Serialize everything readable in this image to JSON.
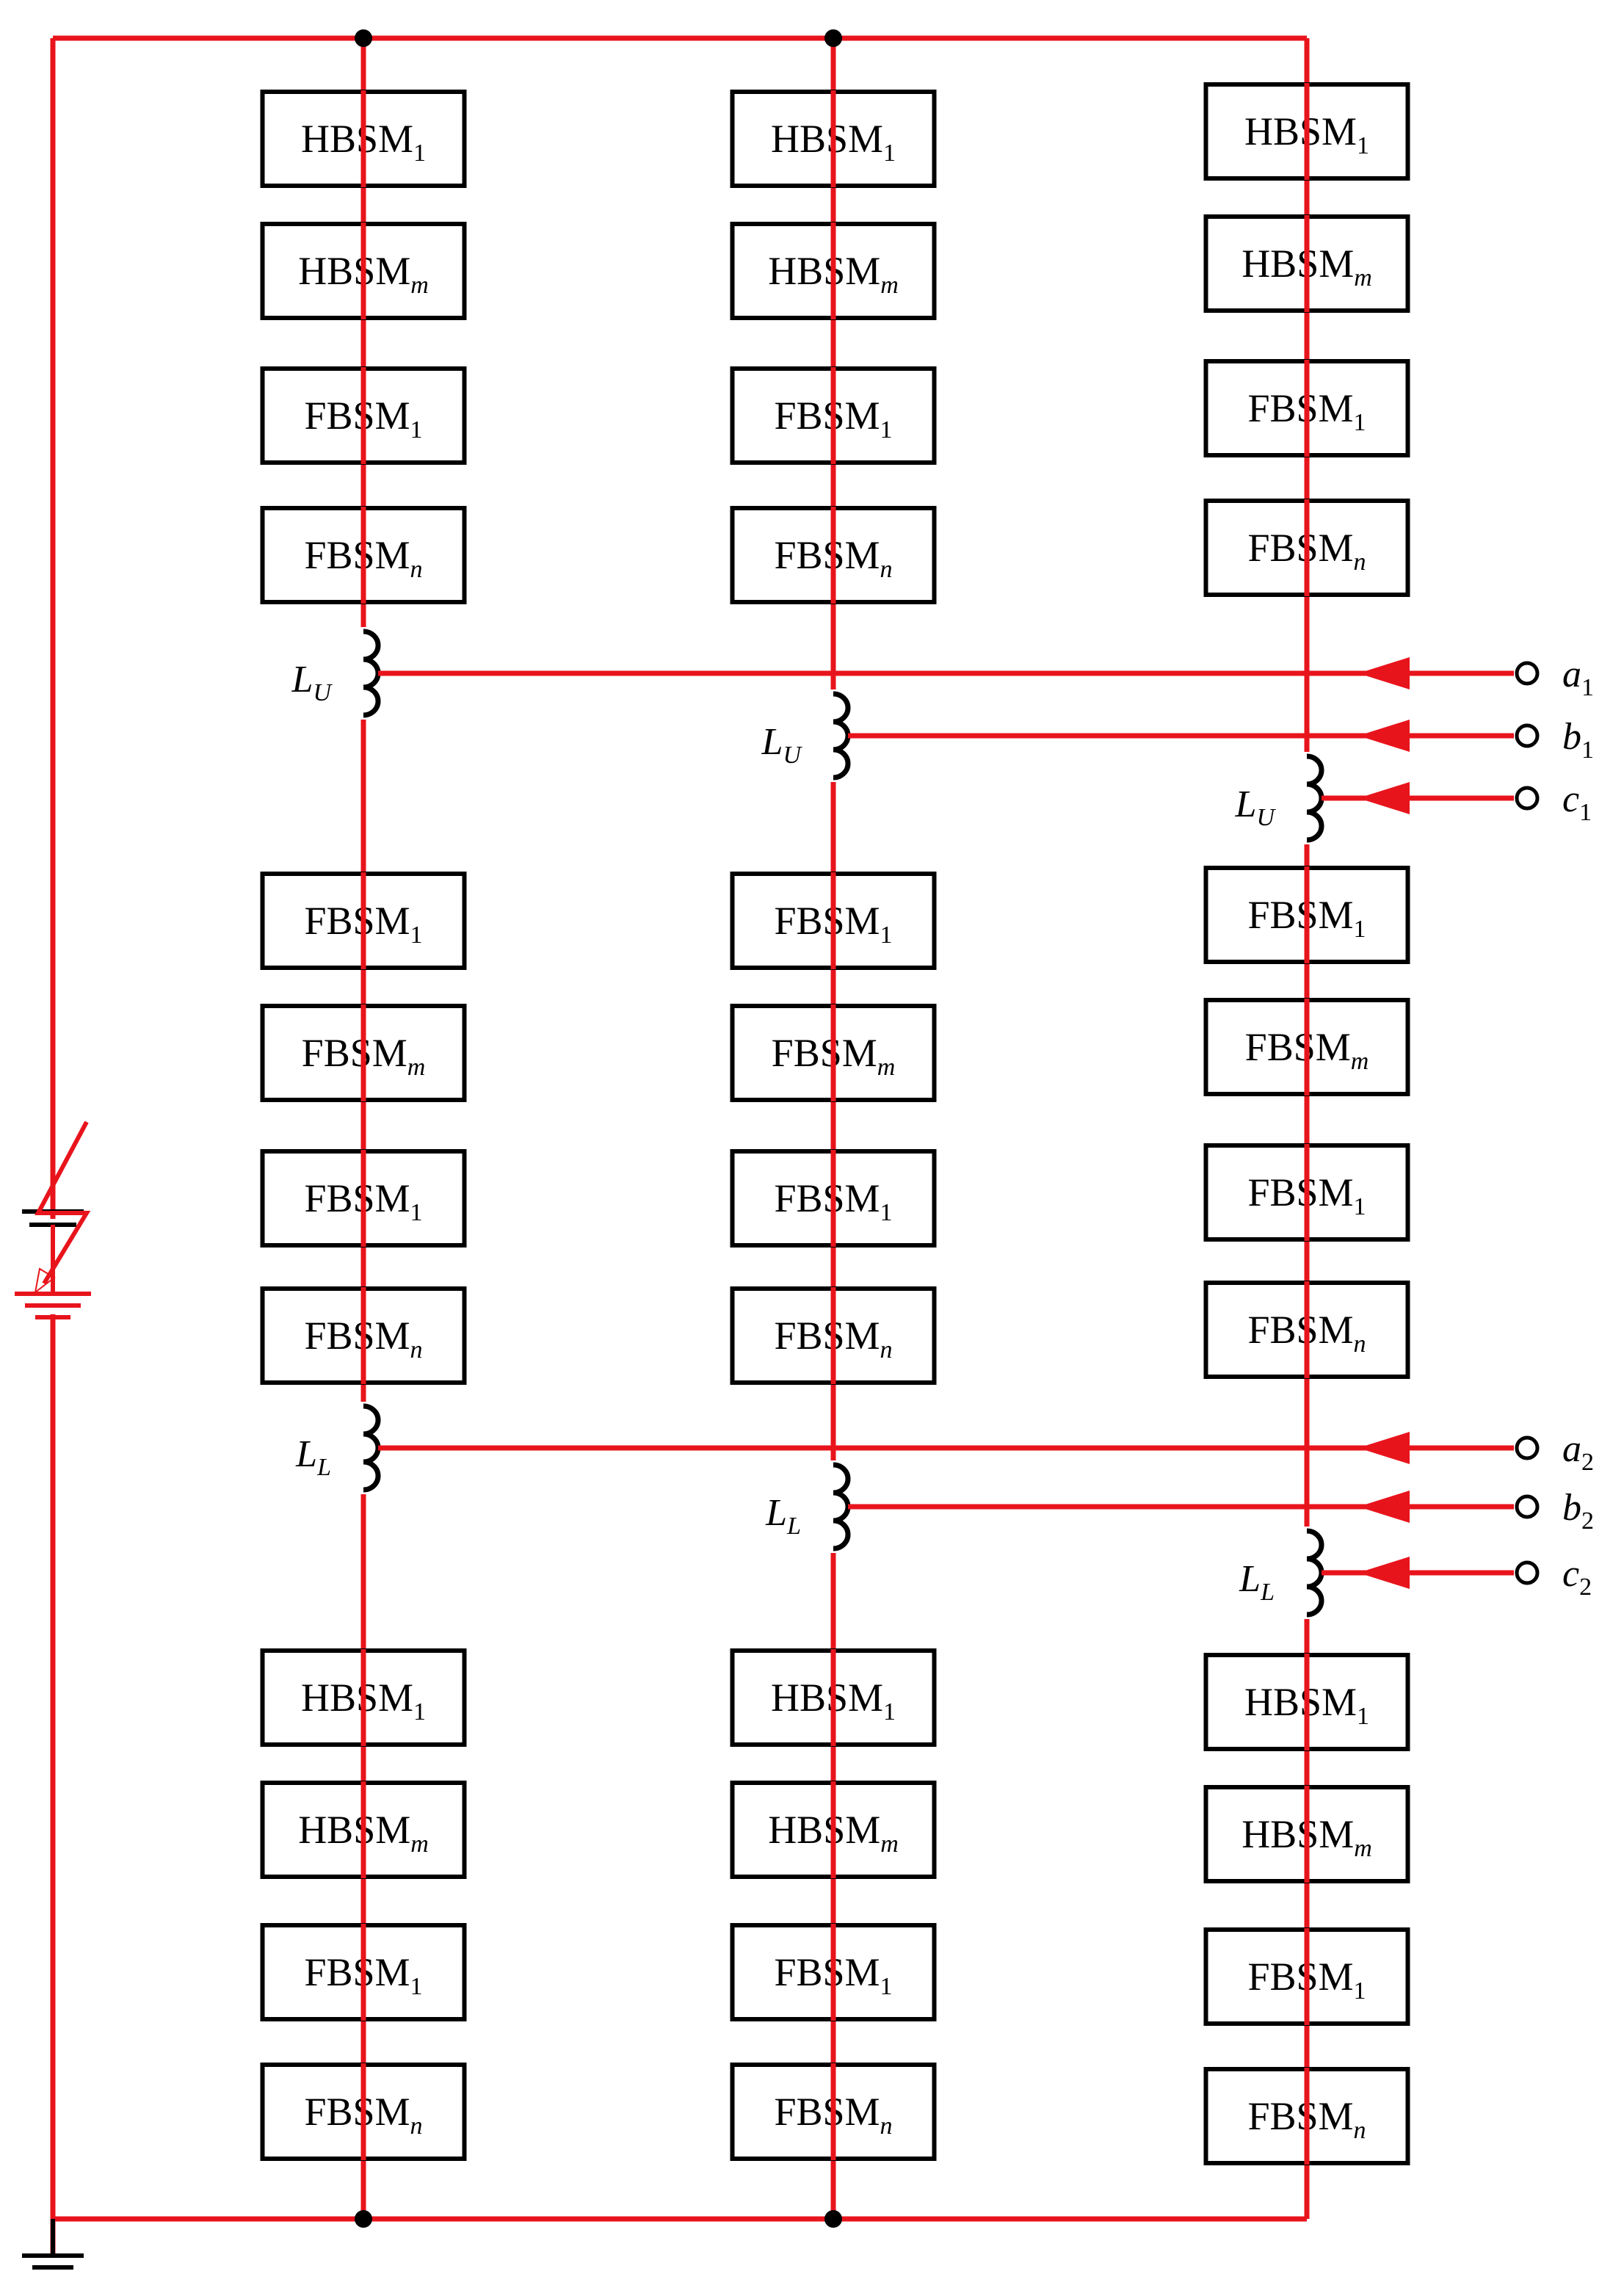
{
  "colors": {
    "bus": "#e8141c",
    "component": "#000000"
  },
  "module_base": {
    "HB": "HBSM",
    "FB": "FBSM"
  },
  "module_subscripts": {
    "first": "1",
    "m": "m",
    "n": "n"
  },
  "upper_arm_groups": [
    [
      "HB1",
      "HBm",
      "FB1",
      "FBn"
    ],
    [
      "FB1",
      "FBm",
      "FB1",
      "FBn"
    ]
  ],
  "lower_arm_groups": [
    [
      "HB1",
      "HBm",
      "FB1",
      "FBn"
    ]
  ],
  "inductors": {
    "upper": {
      "letter": "L",
      "sub": "U"
    },
    "lower": {
      "letter": "L",
      "sub": "L"
    }
  },
  "terminals": {
    "upper": [
      {
        "letter": "a",
        "sub": "1"
      },
      {
        "letter": "b",
        "sub": "1"
      },
      {
        "letter": "c",
        "sub": "1"
      }
    ],
    "lower": [
      {
        "letter": "a",
        "sub": "2"
      },
      {
        "letter": "b",
        "sub": "2"
      },
      {
        "letter": "c",
        "sub": "2"
      }
    ]
  }
}
